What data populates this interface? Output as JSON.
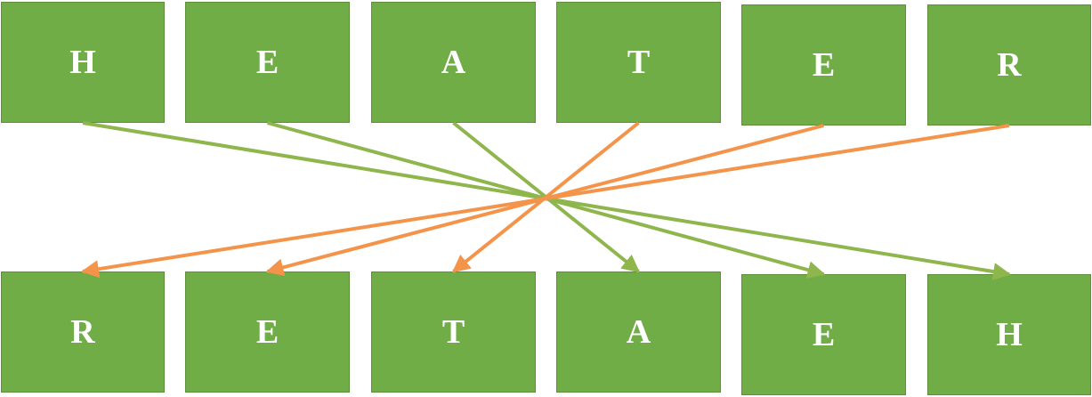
{
  "top_row": [
    "H",
    "E",
    "A",
    "T",
    "E",
    "R"
  ],
  "bottom_row": [
    "R",
    "E",
    "T",
    "A",
    "E",
    "H"
  ],
  "colors": {
    "box_fill": "#70ad47",
    "box_border": "#5b8f39",
    "box_text": "#ffffff",
    "arrow_first_half": "#8fb54d",
    "arrow_second_half": "#f4934a"
  },
  "mapping": [
    {
      "from": 0,
      "to": 5
    },
    {
      "from": 1,
      "to": 4
    },
    {
      "from": 2,
      "to": 3
    },
    {
      "from": 3,
      "to": 2
    },
    {
      "from": 4,
      "to": 1
    },
    {
      "from": 5,
      "to": 0
    }
  ]
}
